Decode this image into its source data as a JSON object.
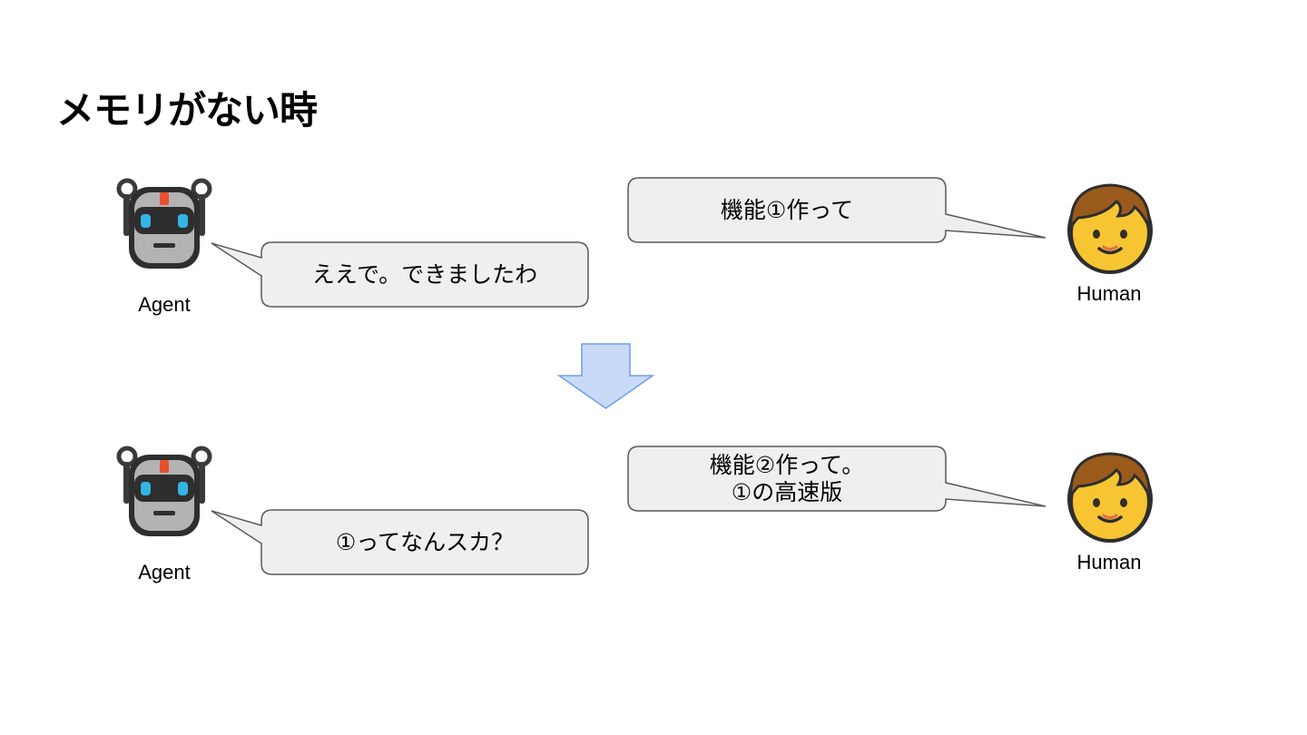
{
  "slide": {
    "title": "メモリがない時"
  },
  "before": {
    "agent_label": "Agent",
    "human_label": "Human",
    "human_message": "機能①作って",
    "agent_message": "ええで。できましたわ"
  },
  "after": {
    "agent_label": "Agent",
    "human_label": "Human",
    "human_message": "機能②作って。\n①の高速版",
    "agent_message": "①ってなんスカ？"
  },
  "colors": {
    "bubble_fill": "#efefef",
    "bubble_stroke": "#595959",
    "arrow_fill": "#c9daf8",
    "arrow_stroke": "#6d9eeb"
  }
}
